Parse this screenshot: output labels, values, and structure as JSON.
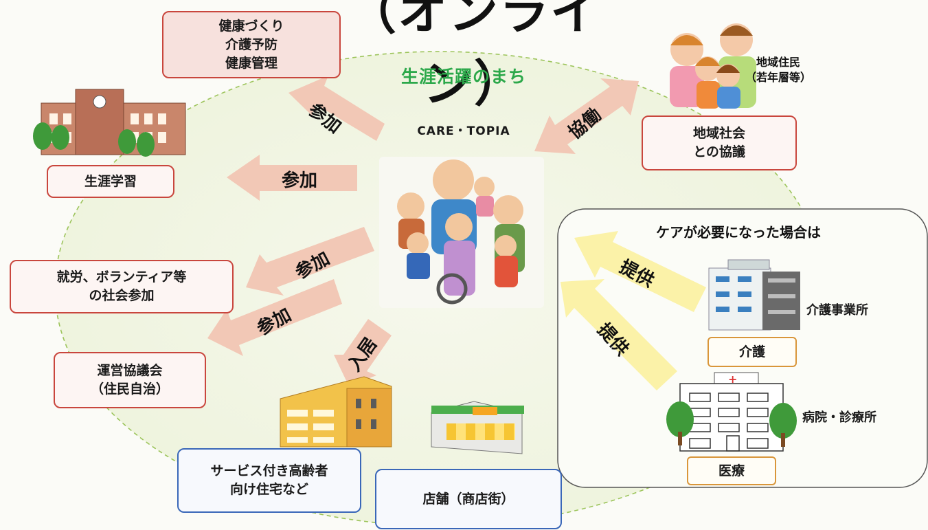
{
  "header": {
    "title": "（オンライン）",
    "subtitle": "生涯活躍のまち",
    "brand": "CARE・TOPIA"
  },
  "boxes": {
    "health": [
      "健康づくり",
      "介護予防",
      "健康管理"
    ],
    "lifelong_learning": "生涯学習",
    "employment": [
      "就労、ボランティア等",
      "の社会参加"
    ],
    "council": [
      "運営協議会",
      "（住民自治）"
    ],
    "housing": [
      "サービス付き高齢者",
      "向け住宅など"
    ],
    "shops": "店舗（商店街）",
    "community": [
      "地域社会",
      "との協議"
    ],
    "care_label": "介護",
    "medical_label": "医療"
  },
  "labels": {
    "residents": [
      "地域住民",
      "（若年層等）"
    ],
    "care_needed": "ケアが必要になった場合は",
    "care_office": "介護事業所",
    "hospital": "病院・診療所"
  },
  "arrows": {
    "participate": "参加",
    "cooperate": "協働",
    "move_in": "入居",
    "provide": "提供"
  },
  "colors": {
    "arrow_pink": "#f2c8b6",
    "arrow_yellow": "#fbf2a8",
    "green_text": "#2ca84a",
    "ellipse_fill": "#f1f5e3",
    "ellipse_dash": "#9cc45a",
    "red_border": "#c9463d",
    "blue_border": "#3a67b8",
    "orange_border": "#d9963a"
  }
}
